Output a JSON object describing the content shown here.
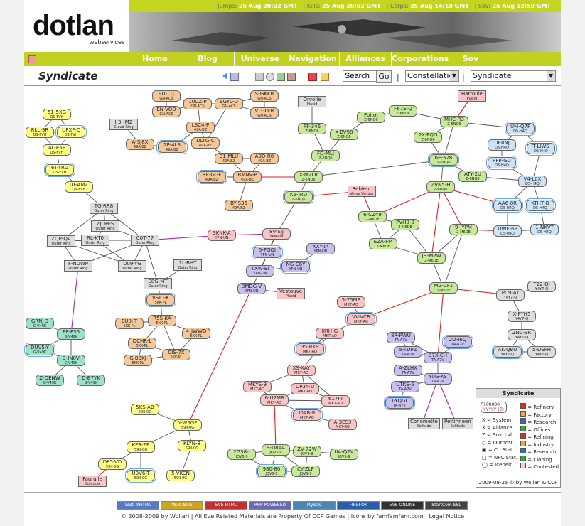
{
  "header": {
    "logo_text": "dotlan",
    "logo_sub": "webservices",
    "stats": [
      {
        "label": "Jumps:",
        "value": "25 Aug 20:02 GMT"
      },
      {
        "label": "Kills:",
        "value": "25 Aug 20:02 GMT"
      },
      {
        "label": "Corps:",
        "value": "25 Aug 14:10 GMT"
      },
      {
        "label": "Sov:",
        "value": "25 Aug 12:59 GMT"
      }
    ]
  },
  "nav": [
    "Home",
    "Blog",
    "Universe",
    "Navigation",
    "Alliances",
    "Corporations",
    "Sov Changes"
  ],
  "page": {
    "title": "Syndicate"
  },
  "toolbar": {
    "search_value": "Search",
    "go_label": "Go",
    "select1": "Constellatio",
    "select2": "Syndicate"
  },
  "colors": {
    "accent": "#c5d41f",
    "line_const": "#555555",
    "line_region": "#cc2222",
    "line_intra": "#aa22aa",
    "yellow": "#ffff88",
    "orange": "#f5c89a",
    "green": "#c8e89a",
    "blue": "#cfe3f7",
    "teal": "#9fe0c8",
    "purple": "#c8c0ee",
    "pink": "#f7c5c5",
    "gray": "#dddddd"
  },
  "nodes": [
    {
      "id": "51-5XG",
      "name": "51-5XG",
      "sub": "QS-FVH",
      "c": "yellow"
    },
    {
      "id": "RLL-9R",
      "name": "RLL-9R",
      "sub": "QS-FVH",
      "c": "yellow"
    },
    {
      "id": "UFXF-C",
      "name": "UFXF-C",
      "sub": "QS-FVH",
      "c": "yellow",
      "ib": true
    },
    {
      "id": "4L-E5P",
      "name": "4L-E5P",
      "sub": "QS-FVH",
      "c": "yellow"
    },
    {
      "id": "6T-YRU",
      "name": "6T-YRU",
      "sub": "QS-FVH",
      "c": "yellow",
      "ib": true
    },
    {
      "id": "0T-AMZ",
      "name": "0T-AMZ",
      "sub": "QS-FVH",
      "c": "yellow"
    },
    {
      "id": "I-3HMZ",
      "name": "I-3HMZ",
      "sub": "Cloud Ring",
      "c": "gray",
      "sq": true
    },
    {
      "id": "A-SJ8X",
      "name": "A-SJ8X",
      "sub": "49A-BZ",
      "c": "orange"
    },
    {
      "id": "2P-4LS",
      "name": "2P-4LS",
      "sub": "49A-BZ",
      "c": "orange",
      "ib": true
    },
    {
      "id": "9U-TTJ",
      "name": "9U-TTJ",
      "sub": "GN-ACS",
      "c": "orange"
    },
    {
      "id": "EN-VOD",
      "name": "EN-VOD",
      "sub": "GN-ACS",
      "c": "orange"
    },
    {
      "id": "10UZ-P",
      "name": "10UZ-P",
      "sub": "GN-ACS",
      "c": "orange"
    },
    {
      "id": "9GYL-O",
      "name": "9GYL-O",
      "sub": "GN-ACS",
      "c": "orange"
    },
    {
      "id": "S-GKKR",
      "name": "S-GKKR",
      "sub": "GN-ACS",
      "c": "orange"
    },
    {
      "id": "VLGD-R",
      "name": "VLGD-R",
      "sub": "GN-ACS",
      "c": "orange"
    },
    {
      "id": "LSC4-P",
      "name": "LSC4-P",
      "sub": "49A-BZ",
      "c": "orange"
    },
    {
      "id": "DLTG-C",
      "name": "DLTG-C",
      "sub": "49A-BZ",
      "c": "orange"
    },
    {
      "id": "31-MLU",
      "name": "31-MLU",
      "sub": "49A-BZ",
      "c": "orange"
    },
    {
      "id": "A9D-R0",
      "name": "A9D-R0",
      "sub": "49A-BZ",
      "c": "orange"
    },
    {
      "id": "RF-GGF",
      "name": "RF-GGF",
      "sub": "49A-BZ",
      "c": "orange",
      "ib": true
    },
    {
      "id": "BMNV-P",
      "name": "BMNV-P",
      "sub": "49A-BZ",
      "c": "orange"
    },
    {
      "id": "BY-S36",
      "name": "BY-S36",
      "sub": "49A-BZ",
      "c": "orange"
    },
    {
      "id": "TG-RR8",
      "name": "TG-RR8",
      "sub": "Outer Ring",
      "c": "gray",
      "sq": true
    },
    {
      "id": "ZJQH-S",
      "name": "ZJQH-S",
      "sub": "Outer Ring",
      "c": "gray",
      "sq": true
    },
    {
      "id": "ZQP-QV",
      "name": "ZQP-QV",
      "sub": "Outer Ring",
      "c": "gray",
      "sq": true
    },
    {
      "id": "RL-KT0",
      "name": "RL-KT0",
      "sub": "Outer Ring",
      "c": "gray",
      "sq": true
    },
    {
      "id": "C0T-77",
      "name": "C0T-77",
      "sub": "Outer Ring",
      "c": "gray",
      "sq": true
    },
    {
      "id": "F-NUWP",
      "name": "F-NUWP",
      "sub": "Outer Ring",
      "c": "gray",
      "sq": true
    },
    {
      "id": "U09-YG",
      "name": "U09-YG",
      "sub": "Outer Ring",
      "c": "gray",
      "sq": true
    },
    {
      "id": "1L-BHT",
      "name": "1L-BHT",
      "sub": "Outer Ring",
      "c": "gray",
      "sq": true
    },
    {
      "id": "E8G-MT",
      "name": "E8G-MT",
      "sub": "Outer Ring",
      "c": "gray",
      "sq": true
    },
    {
      "id": "Orvolle",
      "name": "Orvolle",
      "sub": "Placid",
      "c": "gray",
      "sq": true
    },
    {
      "id": "PF-346",
      "name": "PF-346",
      "sub": "Z-6NQ6",
      "c": "green"
    },
    {
      "id": "X-BV98",
      "name": "X-BV98",
      "sub": "Z-6NQ6",
      "c": "green"
    },
    {
      "id": "FD-MLJ",
      "name": "FD-MLJ",
      "sub": "Z-6NQ6",
      "c": "green"
    },
    {
      "id": "Poitot",
      "name": "Poitot",
      "sub": "Z-6NQ6",
      "c": "green"
    },
    {
      "id": "F67E-Q",
      "name": "F67E-Q",
      "sub": "Z-6NQ6",
      "c": "green"
    },
    {
      "id": "Harroule",
      "name": "Harroule",
      "sub": "Placid",
      "c": "pink",
      "sq": true
    },
    {
      "id": "MHC-R3",
      "name": "MHC-R3",
      "sub": "Z-6NQ6",
      "c": "green"
    },
    {
      "id": "2X-PQG",
      "name": "2X-PQG",
      "sub": "Z-6NQ6",
      "c": "green"
    },
    {
      "id": "UM-Q7F",
      "name": "UM-Q7F",
      "sub": "D5-H4Q",
      "c": "blue",
      "ib": true
    },
    {
      "id": "DE8NJ",
      "name": "DE8NJ",
      "sub": "D5-H4Q",
      "c": "blue"
    },
    {
      "id": "T-LIWS",
      "name": "T-LIWS",
      "sub": "D5-H4Q",
      "c": "blue",
      "ib": true
    },
    {
      "id": "PFP-GU",
      "name": "PFP-GU",
      "sub": "D5-H4Q",
      "c": "blue",
      "ib": true
    },
    {
      "id": "6E-578",
      "name": "6E-578",
      "sub": "Z-6NQ6",
      "c": "green",
      "ib": true
    },
    {
      "id": "X-M2LR",
      "name": "X-M2LR",
      "sub": "Z-6NQ6",
      "c": "green"
    },
    {
      "id": "ATY-2U",
      "name": "ATY-2U",
      "sub": "Z-6NQ6",
      "c": "green"
    },
    {
      "id": "V4-L0X",
      "name": "V4-L0X",
      "sub": "D5-H4Q",
      "c": "blue"
    },
    {
      "id": "K5-JRD",
      "name": "K5-JRD",
      "sub": "Z-6NQ6",
      "c": "green",
      "ib": true
    },
    {
      "id": "Rebleur",
      "name": "Rebleur",
      "sub": "Verge Vendor",
      "c": "pink",
      "sq": true
    },
    {
      "id": "ZVN5-H",
      "name": "ZVN5-H",
      "sub": "Z-6NQ6",
      "c": "green"
    },
    {
      "id": "AA6-8R",
      "name": "AA6-8R",
      "sub": "D5-H4Q",
      "c": "blue",
      "ib": true
    },
    {
      "id": "KTHT-O",
      "name": "KTHT-O",
      "sub": "D5-H4Q",
      "c": "blue",
      "ib": true
    },
    {
      "id": "6-CZ49",
      "name": "6-CZ49",
      "sub": "2-M6DE",
      "c": "green"
    },
    {
      "id": "PVH8-0",
      "name": "PVH8-0",
      "sub": "2-M6DE",
      "c": "green"
    },
    {
      "id": "DWF-6P",
      "name": "DWF-6P",
      "sub": "D5-H4Q",
      "c": "blue"
    },
    {
      "id": "1-NKVT",
      "name": "1-NKVT",
      "sub": "D5-H4Q",
      "c": "blue"
    },
    {
      "id": "9-JYPM",
      "name": "9-JYPM",
      "sub": "2-M6DE",
      "c": "green"
    },
    {
      "id": "EZA-FM",
      "name": "EZA-FM",
      "sub": "2-M6DE",
      "c": "green"
    },
    {
      "id": "JH-M2W",
      "name": "JH-M2W",
      "sub": "2-M6DE",
      "c": "green"
    },
    {
      "id": "3KNK-A",
      "name": "3KNK-A",
      "sub": "YPN-UN",
      "c": "pink"
    },
    {
      "id": "8V-SJJ",
      "name": "8V-SJJ",
      "sub": "YPN-UN",
      "c": "pink"
    },
    {
      "id": "5-FGQI",
      "name": "5-FGQI",
      "sub": "YPN-UN",
      "c": "purple",
      "ib": true
    },
    {
      "id": "XXY-IA",
      "name": "XXY-IA",
      "sub": "YPN-UN",
      "c": "purple"
    },
    {
      "id": "TXW-EI",
      "name": "TXW-EI",
      "sub": "YPN-UN",
      "c": "purple"
    },
    {
      "id": "NG-C6Y",
      "name": "NG-C6Y",
      "sub": "YPN-UN",
      "c": "purple",
      "ib": true
    },
    {
      "id": "3MDG-V",
      "name": "3MDG-V",
      "sub": "YPN-UN",
      "c": "purple"
    },
    {
      "id": "Vestouve",
      "name": "Vestouve",
      "sub": "Placid",
      "c": "pink",
      "sq": true
    },
    {
      "id": "M2-CF1",
      "name": "M2-CF1",
      "sub": "2-M6DE",
      "c": "green"
    },
    {
      "id": "PC9-AY",
      "name": "PC9-AY",
      "sub": "Y4Y7-Q",
      "c": "gray"
    },
    {
      "id": "T22-QI",
      "name": "T22-QI",
      "sub": "Y4Y7-Q",
      "c": "gray"
    },
    {
      "id": "X-PYH5",
      "name": "X-PYH5",
      "sub": "Y4Y7-Q",
      "c": "gray"
    },
    {
      "id": "ZN0-SR",
      "name": "ZN0-SR",
      "sub": "Y4Y7-Q",
      "c": "gray"
    },
    {
      "id": "AK-QBU",
      "name": "AK-QBU",
      "sub": "Y4Y7-Q",
      "c": "gray",
      "ib": true
    },
    {
      "id": "5-DSFH",
      "name": "5-DSFH",
      "sub": "Y4Y7-Q",
      "c": "gray"
    },
    {
      "id": "5-75MB",
      "name": "5-75MB",
      "sub": "MK7-AO",
      "c": "pink"
    },
    {
      "id": "VV-VCR",
      "name": "VV-VCR",
      "sub": "MK7-AO",
      "c": "pink",
      "ib": true
    },
    {
      "id": "IIRH-G",
      "name": "IIRH-G",
      "sub": "MK7-AO",
      "c": "pink"
    },
    {
      "id": "35-RK9",
      "name": "35-RK9",
      "sub": "MK7-AO",
      "c": "pink",
      "ib": true
    },
    {
      "id": "XS-XAY",
      "name": "XS-XAY",
      "sub": "MK7-AO",
      "c": "pink"
    },
    {
      "id": "MKYS-9",
      "name": "MKYS-9",
      "sub": "MK7-AO",
      "c": "pink"
    },
    {
      "id": "DP34-U",
      "name": "DP34-U",
      "sub": "MK7-AO",
      "c": "pink"
    },
    {
      "id": "6-U2M8",
      "name": "6-U2M8",
      "sub": "MK7-AO",
      "c": "pink"
    },
    {
      "id": "617I-I",
      "name": "617I-I",
      "sub": "MK7-AO",
      "c": "pink"
    },
    {
      "id": "I0AB-R",
      "name": "I0AB-R",
      "sub": "MK7-AO",
      "c": "pink",
      "ib": true
    },
    {
      "id": "A-3ES3",
      "name": "A-3ES3",
      "sub": "MK7-AO",
      "c": "pink"
    },
    {
      "id": "8R-PWU",
      "name": "8R-PWU",
      "sub": "TA-A7V",
      "c": "purple"
    },
    {
      "id": "2O-I6Q",
      "name": "2O-I6Q",
      "sub": "TA-A7V",
      "c": "purple",
      "ib": true
    },
    {
      "id": "5-TDPZ",
      "name": "5-TDPZ",
      "sub": "TA-A7V",
      "c": "purple"
    },
    {
      "id": "97X-CH",
      "name": "97X-CH",
      "sub": "TA-A7V",
      "c": "purple"
    },
    {
      "id": "A-ZLHX",
      "name": "A-ZLHX",
      "sub": "TA-A7V",
      "c": "purple"
    },
    {
      "id": "Y0G-KS",
      "name": "Y0G-KS",
      "sub": "TA-A7V",
      "c": "purple"
    },
    {
      "id": "UTKS-5",
      "name": "UTKS-5",
      "sub": "TA-A7V",
      "c": "purple"
    },
    {
      "id": "I-YQGI",
      "name": "I-YQGI",
      "sub": "TA-A7V",
      "c": "purple",
      "ib": true
    },
    {
      "id": "Conomette",
      "name": "Conomette",
      "sub": "Solitude",
      "c": "gray",
      "sq": true
    },
    {
      "id": "Pettinneen",
      "name": "Pettinneen",
      "sub": "Solitude",
      "c": "gray",
      "sq": true
    },
    {
      "id": "GRNJ-3",
      "name": "GRNJ-3",
      "sub": "G-V49K",
      "c": "teal"
    },
    {
      "id": "EF-F36",
      "name": "EF-F36",
      "sub": "G-V49K",
      "c": "teal"
    },
    {
      "id": "DUV5-Y",
      "name": "DUV5-Y",
      "sub": "G-V49K",
      "c": "teal",
      "ib": true
    },
    {
      "id": "3-IN0V",
      "name": "3-IN0V",
      "sub": "G-V49K",
      "c": "teal"
    },
    {
      "id": "Z-OENW",
      "name": "Z-OENW",
      "sub": "G-V49K",
      "c": "teal"
    },
    {
      "id": "D-B7YK",
      "name": "D-B7YK",
      "sub": "G-V49K",
      "c": "teal"
    },
    {
      "id": "VSIO-K",
      "name": "VSIO-K",
      "sub": "5KK-PL",
      "c": "orange",
      "ib": true
    },
    {
      "id": "EU0I-T",
      "name": "EU0I-T",
      "sub": "5KK-PL",
      "c": "orange"
    },
    {
      "id": "R5S-KA",
      "name": "R5S-KA",
      "sub": "5KK-PL",
      "c": "orange"
    },
    {
      "id": "4-JWWQ",
      "name": "4-JWWQ",
      "sub": "5KK-PL",
      "c": "orange"
    },
    {
      "id": "DCHR-L",
      "name": "DCHR-L",
      "sub": "5KK-PL",
      "c": "orange"
    },
    {
      "id": "G-B3KJ",
      "name": "G-B3KJ",
      "sub": "5KK-PL",
      "c": "orange"
    },
    {
      "id": "CIS-7X",
      "name": "CIS-7X",
      "sub": "5KK-PL",
      "c": "orange"
    },
    {
      "id": "5KS-AB",
      "name": "5KS-AB",
      "sub": "59II-0G",
      "c": "yellow"
    },
    {
      "id": "Y-W6GF",
      "name": "Y-W6GF",
      "sub": "59II-0G",
      "c": "yellow"
    },
    {
      "id": "KFR-ZE",
      "name": "KFR-ZE",
      "sub": "59II-0G",
      "c": "yellow"
    },
    {
      "id": "KLYN-8",
      "name": "KLYN-8",
      "sub": "59II-0G",
      "c": "yellow"
    },
    {
      "id": "D85-VD",
      "name": "D85-VD",
      "sub": "59II-0G",
      "c": "yellow"
    },
    {
      "id": "U0V6-T",
      "name": "U0V6-T",
      "sub": "59II-0G",
      "c": "yellow",
      "ib": true
    },
    {
      "id": "5-VKCN",
      "name": "5-VKCN",
      "sub": "59II-0G",
      "c": "yellow"
    },
    {
      "id": "Faurulle",
      "name": "Faurulle",
      "sub": "Solitude",
      "c": "pink",
      "sq": true
    },
    {
      "id": "S-U8A4",
      "name": "S-U8A4",
      "sub": "JQV5-9",
      "c": "green"
    },
    {
      "id": "2G38-I",
      "name": "2G38-I",
      "sub": "JQV5-9",
      "c": "green"
    },
    {
      "id": "ZV-72W",
      "name": "ZV-72W",
      "sub": "JQV5-9",
      "c": "green"
    },
    {
      "id": "U4-Q2V",
      "name": "U4-Q2V",
      "sub": "JQV5-9",
      "c": "green"
    },
    {
      "id": "980-80",
      "name": "980-80",
      "sub": "JQV5-9",
      "c": "green",
      "ib": true
    },
    {
      "id": "CY-ZLP",
      "name": "CY-ZLP",
      "sub": "JQV5-9",
      "c": "green"
    }
  ],
  "legend": {
    "title": "Syndicate",
    "sample_name": "100000",
    "sample_sub": "YYYYY (Z)",
    "left": [
      {
        "sym": "X",
        "text": "= System"
      },
      {
        "sym": "X",
        "text": "= Alliance"
      },
      {
        "sym": "Z",
        "text": "= Sov. Lvl"
      },
      {
        "sym": "◇",
        "text": "= Outpost"
      },
      {
        "sym": "▣",
        "text": "= Cq Stat."
      },
      {
        "sym": "□",
        "text": "= NPC Stat."
      },
      {
        "sym": "◯",
        "text": "= Icebelt"
      }
    ],
    "right": [
      {
        "text": "= Refinery",
        "color": "#e22"
      },
      {
        "text": "= Factory",
        "color": "#ea3"
      },
      {
        "text": "= Research",
        "color": "#36c"
      },
      {
        "text": "= Offices",
        "color": "#3a3"
      },
      {
        "text": "= Refining",
        "color": "#e22"
      },
      {
        "text": "= Industry",
        "color": "#ea3"
      },
      {
        "text": "= Research",
        "color": "#36c"
      },
      {
        "text": "= Cloning",
        "color": "#3a3"
      },
      {
        "text": "= Contested",
        "color": "#f7c5e5"
      }
    ],
    "footer": "2009-08-25 © by Wollari & CCP"
  },
  "badges": [
    {
      "text": "W3C XHTML",
      "color": "#5a7abf"
    },
    {
      "text": "W3C SVG",
      "color": "#c9a42a"
    },
    {
      "text": "EVE HTML",
      "color": "#b33"
    },
    {
      "text": "PHP POWERED",
      "color": "#6a6ab3"
    },
    {
      "text": "MySQL",
      "color": "#4d86b3"
    },
    {
      "text": "FIREFOX",
      "color": "#2a5ea8"
    },
    {
      "text": "EVE ONLINE",
      "color": "#333"
    },
    {
      "text": "StartCom SSL",
      "color": "#444"
    }
  ],
  "footer": {
    "copy": "© 2008-2009 by Wollari",
    "sep1": " | All ",
    "eve": "Eve Related Materials",
    "are": " are Property Of ",
    "ccp": "CCP Games",
    "sep2": " | Icons by ",
    "famfam": "famfamfam.com",
    "sep3": " | ",
    "legal": "Legal Notice"
  }
}
